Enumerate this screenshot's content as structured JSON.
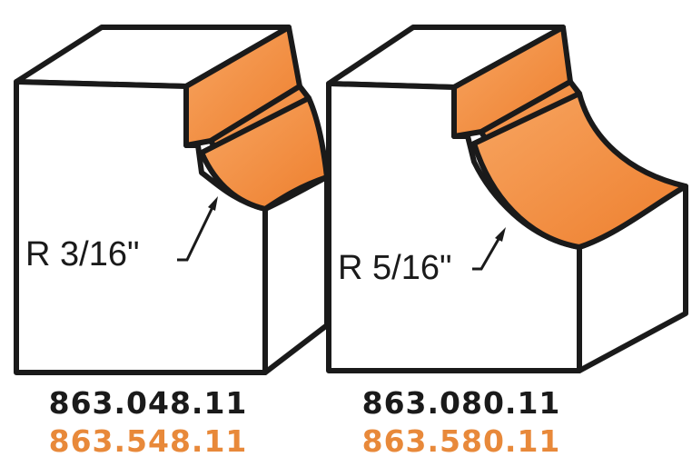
{
  "colors": {
    "profile_orange": "#f08a3c",
    "profile_orange_light": "#f7a561",
    "outline": "#1a1a1a",
    "secondary_code": "#e8893a"
  },
  "profiles": [
    {
      "radius_label": "R 3/16\"",
      "code_primary": "863.048.11",
      "code_secondary": "863.548.11"
    },
    {
      "radius_label": "R 5/16\"",
      "code_primary": "863.080.11",
      "code_secondary": "863.580.11"
    }
  ]
}
